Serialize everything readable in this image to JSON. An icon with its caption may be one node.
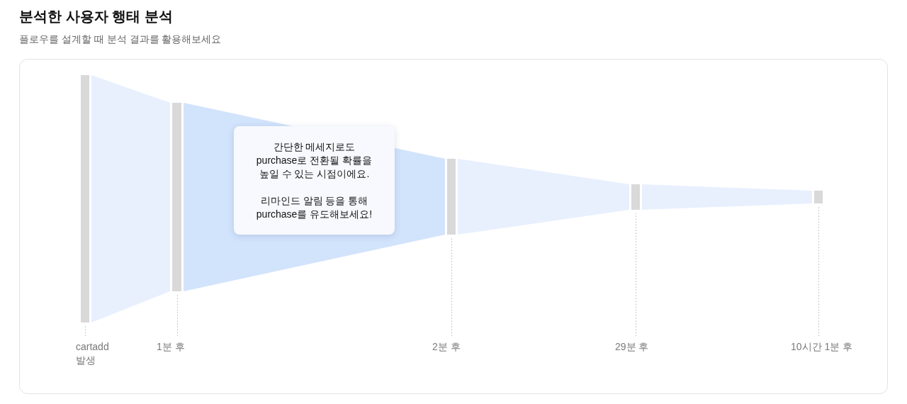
{
  "diagram": {
    "title": "분석한 사용자 행태 분석",
    "nodes": [
      {
        "text": [],
        "shape": "bar"
      },
      {
        "text": [],
        "shape": "bar"
      },
      {
        "text": [],
        "shape": "bar"
      },
      {
        "text": [],
        "shape": "bar"
      },
      {
        "text": [],
        "shape": "bar"
      },
      {
        "text": [
          "간단한 메세지로도 purchase로 전환될 확률을 높일 수 있는 시점이에요.",
          "리마인드 알림 등을 통해 purchase를 유도해보세요!"
        ]
      },
      {
        "text": [
          "cartadd 발생"
        ]
      },
      {
        "text": [
          "1분 후"
        ]
      },
      {
        "text": [
          "2분 후"
        ]
      },
      {
        "text": [
          "29분 후"
        ]
      },
      {
        "text": [
          "10시간 1분 후"
        ]
      }
    ],
    "edges": [
      {
        "from": 0,
        "to": 1,
        "arrow": "none"
      },
      {
        "from": 1,
        "to": 2,
        "arrow": "none",
        "color": "#d2e3fc"
      },
      {
        "from": 2,
        "to": 3,
        "arrow": "none"
      },
      {
        "from": 3,
        "to": 4,
        "arrow": "none"
      },
      {
        "from": 6,
        "to": 0,
        "arrow": "none",
        "style": "dashed"
      },
      {
        "from": 7,
        "to": 1,
        "arrow": "none",
        "style": "dashed"
      },
      {
        "from": 8,
        "to": 2,
        "arrow": "none",
        "style": "dashed"
      },
      {
        "from": 9,
        "to": 3,
        "arrow": "none",
        "style": "dashed"
      },
      {
        "from": 10,
        "to": 4,
        "arrow": "none",
        "style": "dashed"
      }
    ],
    "labels": [
      "플로우를 설계할 때 분석 결과를 활용해보세요"
    ]
  }
}
